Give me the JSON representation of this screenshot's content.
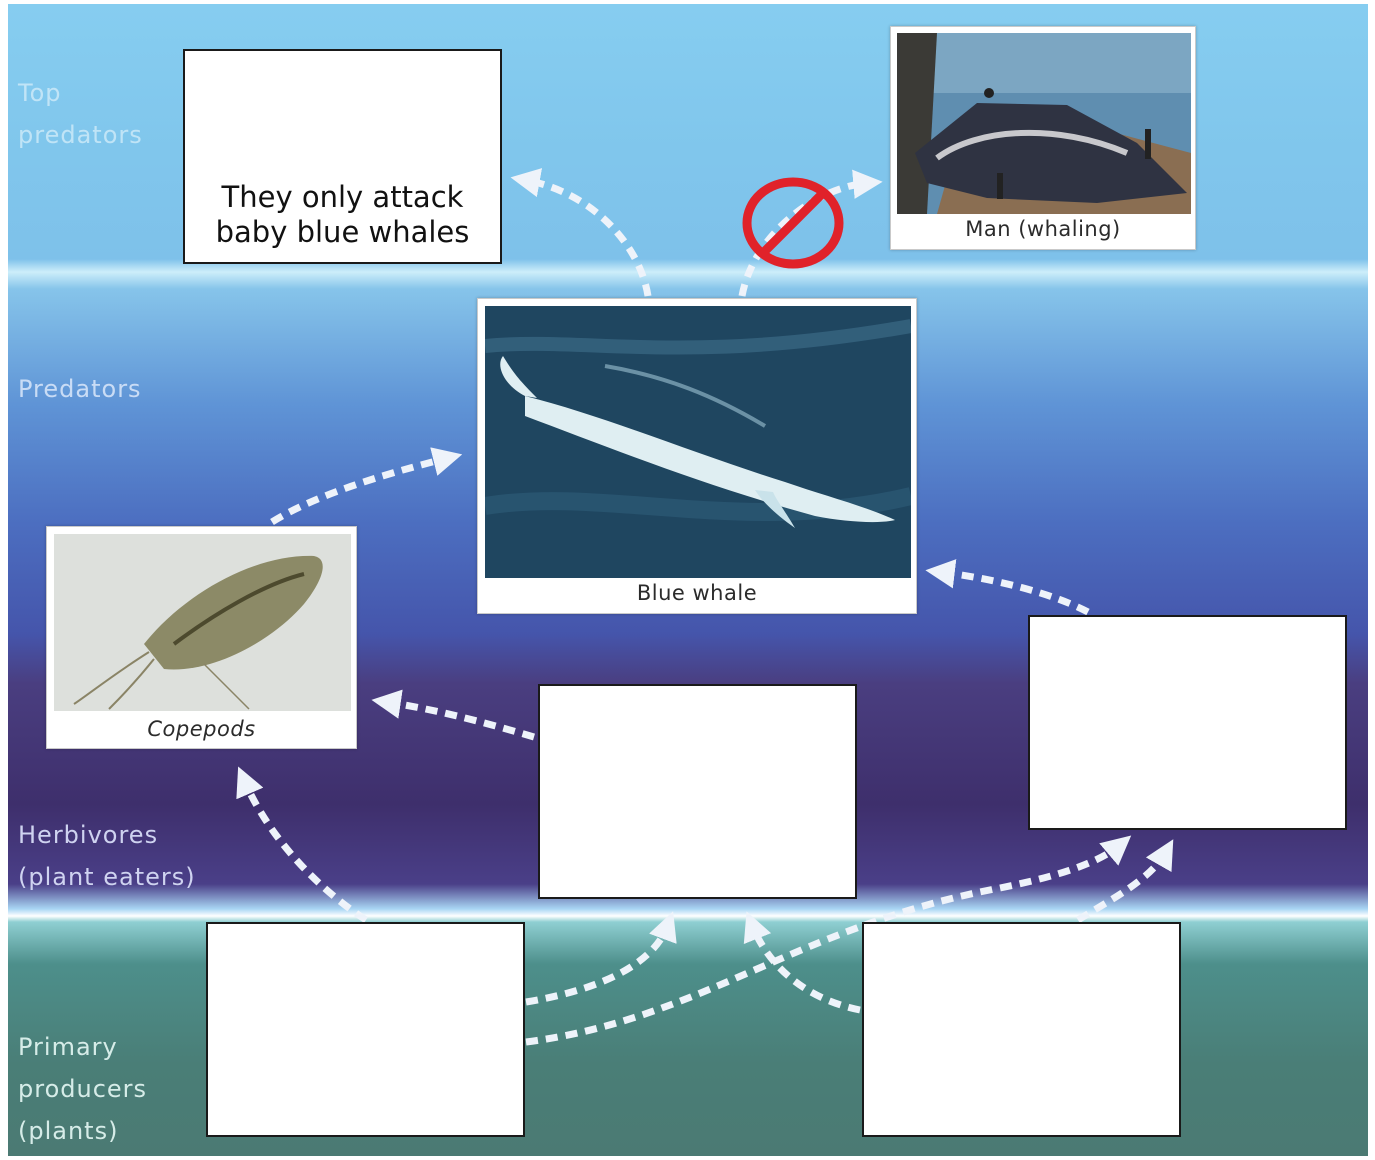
{
  "levels": {
    "top_predators": "Top\npredators",
    "predators": "Predators",
    "herbivores": "Herbivores\n(plant eaters)",
    "primary_producers": "Primary\nproducers\n(plants)"
  },
  "boxes": {
    "killer_whale_note": "They only attack\nbaby blue whales"
  },
  "cards": {
    "man": {
      "caption": "Man (whaling)",
      "icon": "whaling-photo"
    },
    "blue_whale": {
      "caption": "Blue whale",
      "icon": "blue-whale-photo"
    },
    "copepods": {
      "caption": "Copepods",
      "icon": "copepod-photo"
    }
  },
  "colors": {
    "arrow": "#eef3fa",
    "no_sign": "#e0222a"
  }
}
